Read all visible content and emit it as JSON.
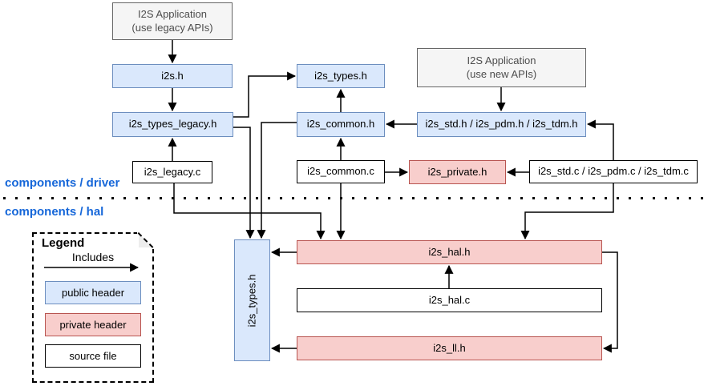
{
  "section_labels": {
    "driver": "components / driver",
    "hal": "components / hal"
  },
  "nodes": {
    "app_legacy": {
      "line1": "I2S Application",
      "line2": "(use legacy APIs)",
      "type": "application"
    },
    "i2s_h": {
      "label": "i2s.h",
      "type": "public header"
    },
    "i2s_types_legacy_h": {
      "label": "i2s_types_legacy.h",
      "type": "public header"
    },
    "i2s_legacy_c": {
      "label": "i2s_legacy.c",
      "type": "source file"
    },
    "i2s_types_h": {
      "label": "i2s_types.h",
      "type": "public header"
    },
    "i2s_common_h": {
      "label": "i2s_common.h",
      "type": "public header"
    },
    "i2s_common_c": {
      "label": "i2s_common.c",
      "type": "source file"
    },
    "app_new": {
      "line1": "I2S Application",
      "line2": "(use new APIs)",
      "type": "application"
    },
    "i2s_std_pdm_tdm_h": {
      "label": "i2s_std.h / i2s_pdm.h / i2s_tdm.h",
      "type": "public header"
    },
    "i2s_private_h": {
      "label": "i2s_private.h",
      "type": "private header"
    },
    "i2s_std_pdm_tdm_c": {
      "label": "i2s_std.c / i2s_pdm.c / i2s_tdm.c",
      "type": "source file"
    },
    "i2s_types_h_hal": {
      "label": "i2s_types.h",
      "type": "public header"
    },
    "i2s_hal_h": {
      "label": "i2s_hal.h",
      "type": "private header"
    },
    "i2s_hal_c": {
      "label": "i2s_hal.c",
      "type": "source file"
    },
    "i2s_ll_h": {
      "label": "i2s_ll.h",
      "type": "private header"
    }
  },
  "edges": [
    {
      "from": "app_legacy",
      "to": "i2s_h"
    },
    {
      "from": "i2s_h",
      "to": "i2s_types_legacy_h"
    },
    {
      "from": "i2s_legacy_c",
      "to": "i2s_types_legacy_h"
    },
    {
      "from": "i2s_types_legacy_h",
      "to": "i2s_types_h"
    },
    {
      "from": "i2s_types_legacy_h",
      "to": "i2s_types_h_hal"
    },
    {
      "from": "i2s_common_h",
      "to": "i2s_types_h"
    },
    {
      "from": "i2s_common_h",
      "to": "i2s_types_h_hal"
    },
    {
      "from": "i2s_common_c",
      "to": "i2s_common_h"
    },
    {
      "from": "i2s_common_c",
      "to": "i2s_private_h"
    },
    {
      "from": "i2s_common_c",
      "to": "i2s_hal_h"
    },
    {
      "from": "app_new",
      "to": "i2s_std_pdm_tdm_h"
    },
    {
      "from": "i2s_std_pdm_tdm_h",
      "to": "i2s_common_h"
    },
    {
      "from": "i2s_std_pdm_tdm_c",
      "to": "i2s_std_pdm_tdm_h"
    },
    {
      "from": "i2s_std_pdm_tdm_c",
      "to": "i2s_private_h"
    },
    {
      "from": "i2s_std_pdm_tdm_c",
      "to": "i2s_hal_h"
    },
    {
      "from": "i2s_legacy_c",
      "to": "i2s_hal_h"
    },
    {
      "from": "i2s_hal_h",
      "to": "i2s_types_h_hal"
    },
    {
      "from": "i2s_hal_c",
      "to": "i2s_hal_h"
    },
    {
      "from": "i2s_hal_h",
      "to": "i2s_ll_h"
    },
    {
      "from": "i2s_ll_h",
      "to": "i2s_types_h_hal"
    }
  ],
  "legend": {
    "title": "Legend",
    "arrow_label": "Includes",
    "items": [
      {
        "label": "public header",
        "fill": "#dae8fc",
        "border": "#6c8ebf"
      },
      {
        "label": "private header",
        "fill": "#f8cecc",
        "border": "#b85450"
      },
      {
        "label": "source file",
        "fill": "#ffffff",
        "border": "#000000"
      }
    ]
  },
  "colors": {
    "public_header_fill": "#dae8fc",
    "public_header_border": "#6c8ebf",
    "private_header_fill": "#f8cecc",
    "private_header_border": "#b85450",
    "source_file_fill": "#ffffff",
    "source_file_border": "#000000",
    "application_fill": "#f5f5f5",
    "application_border": "#666666",
    "section_label_color": "#1667d9",
    "arrow_color": "#000000"
  }
}
